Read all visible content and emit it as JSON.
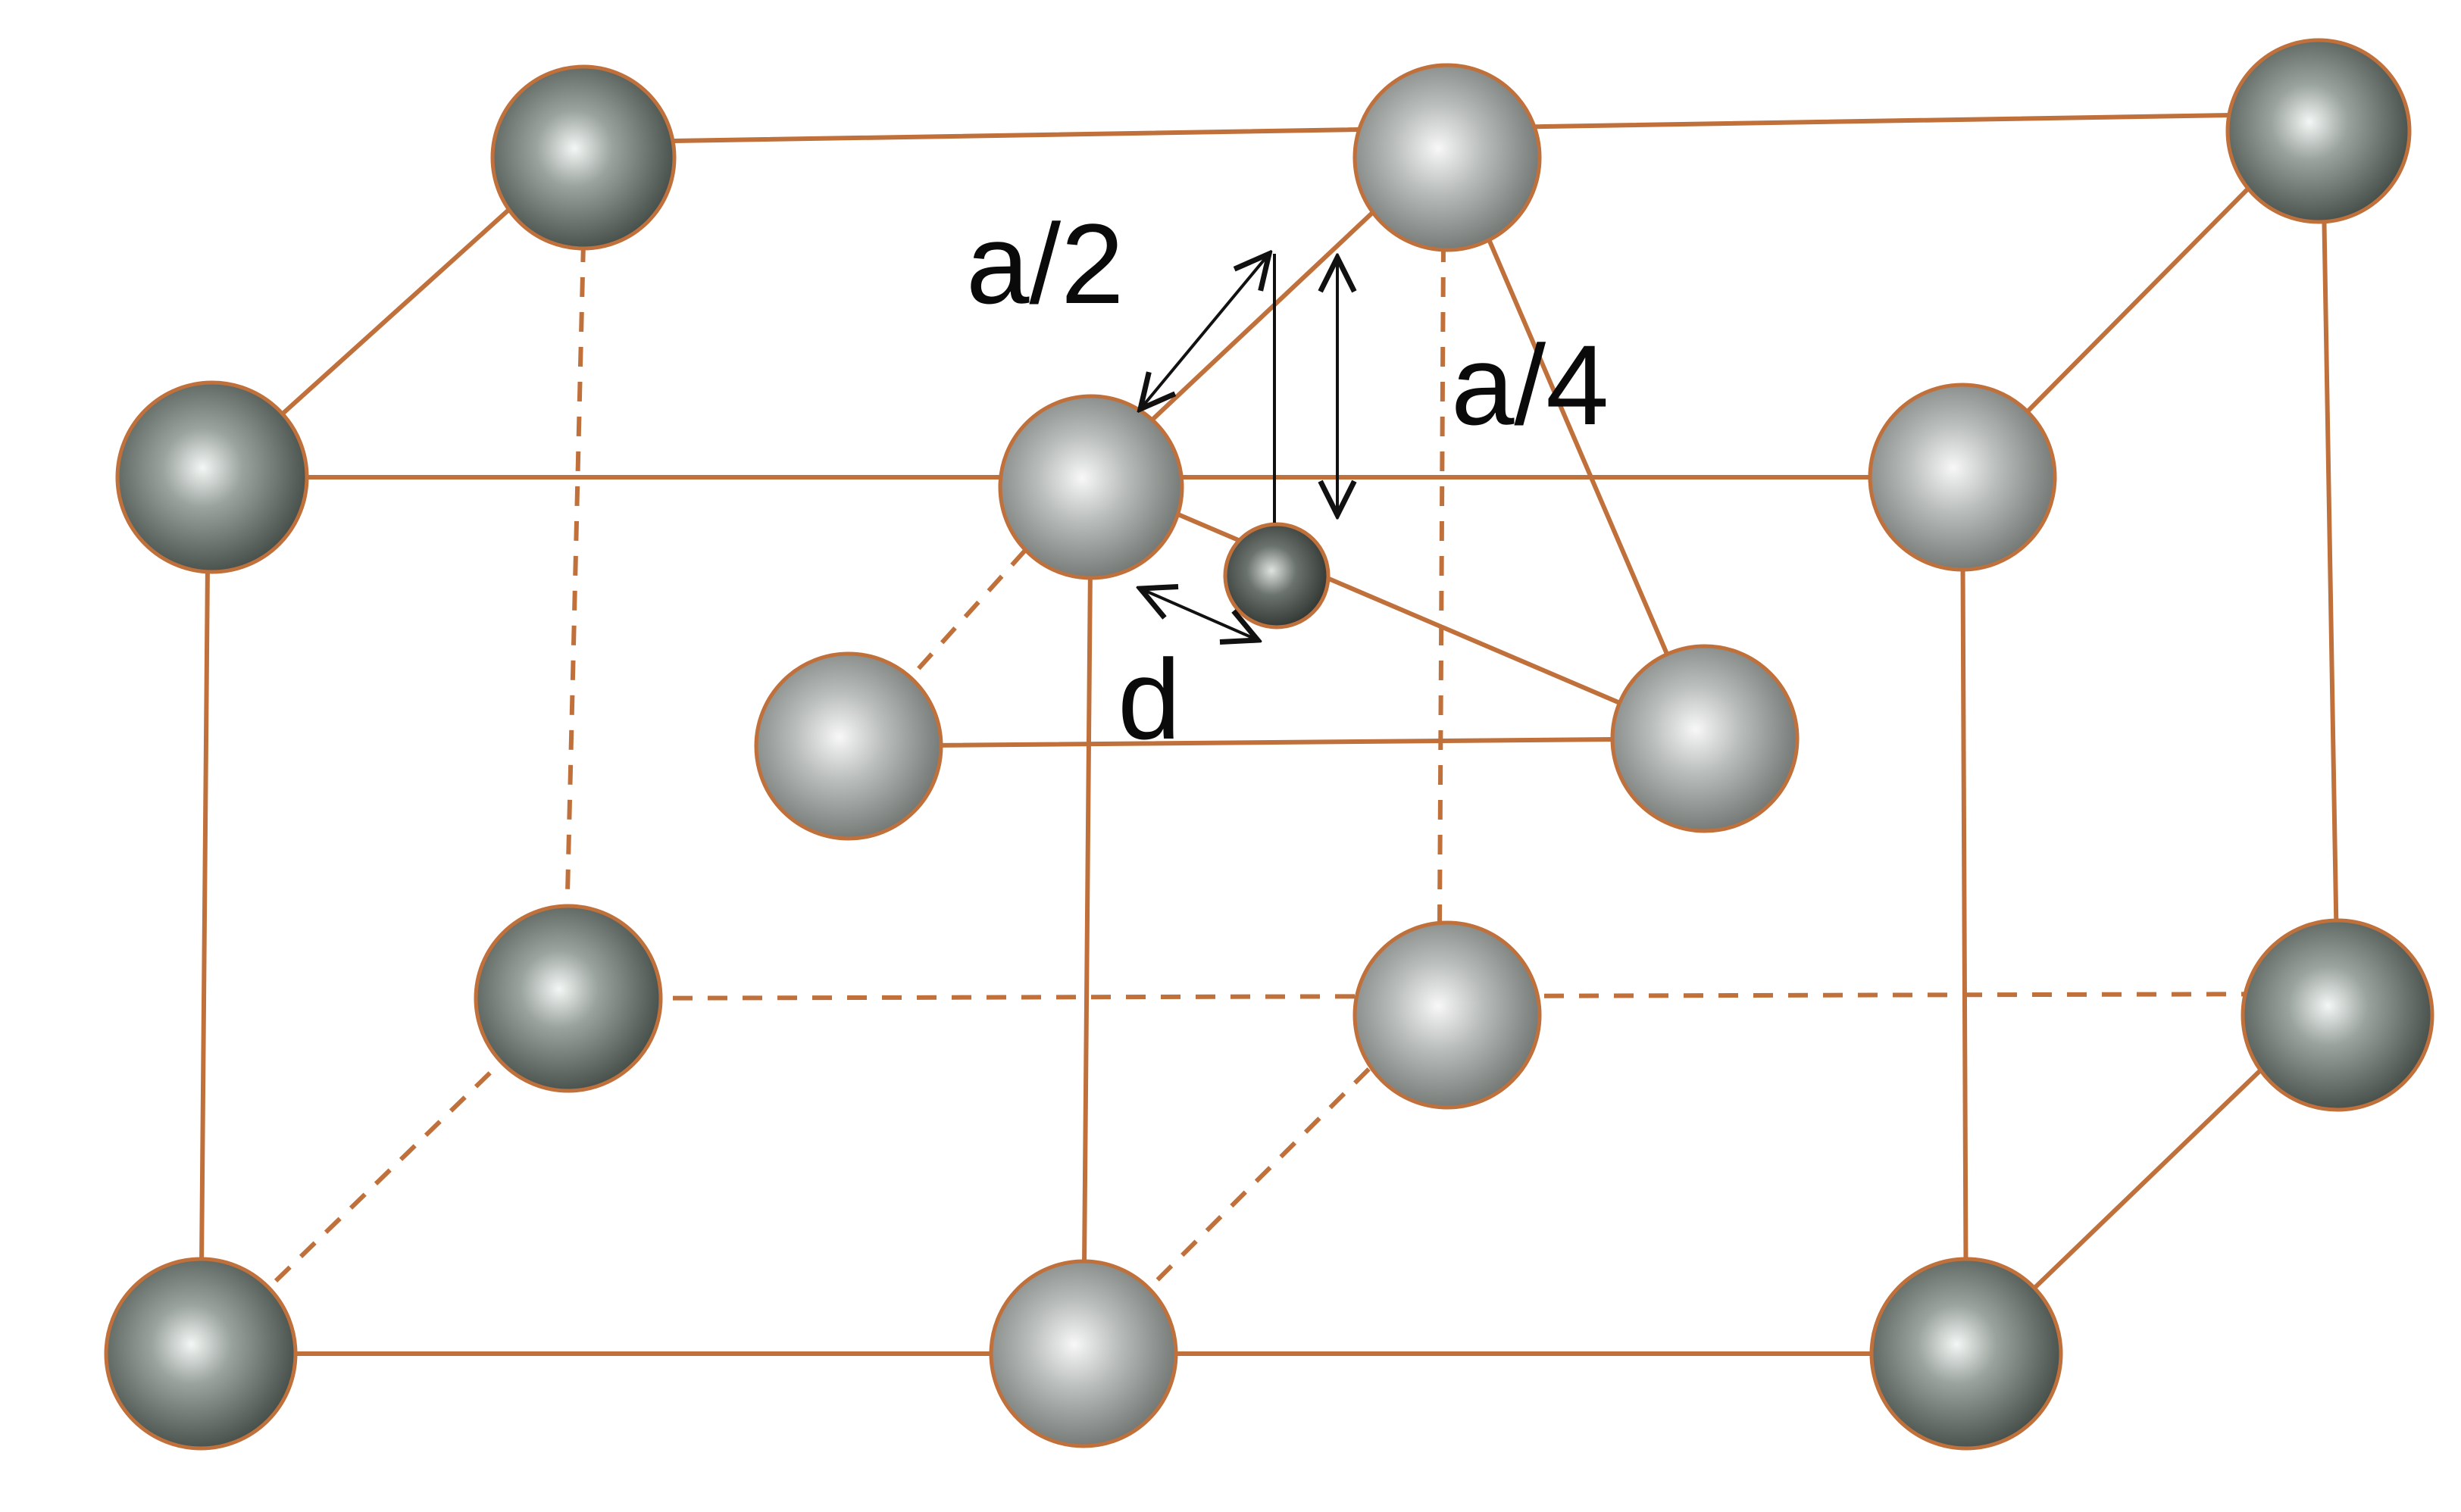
{
  "labels": {
    "half_spacing": "a/2",
    "quarter_spacing": "a/4",
    "distance": "d"
  },
  "colors": {
    "edge": "#c0703a",
    "corner_atom": "#6f7a72",
    "face_atom": "#a9aeab",
    "interstitial_atom": "#5a625d",
    "measure_line": "#111111",
    "background": "#ffffff"
  }
}
